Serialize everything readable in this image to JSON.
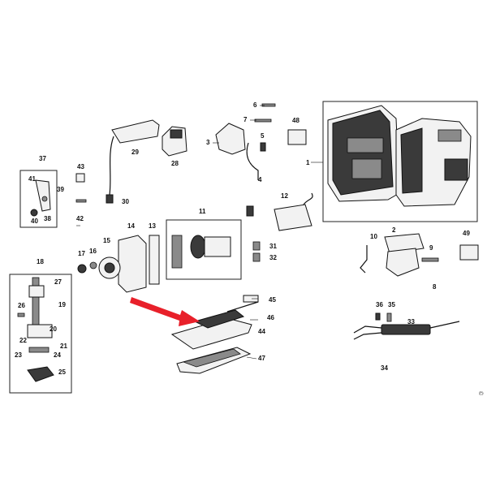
{
  "part_labels": {
    "p1": "1",
    "p2": "2",
    "p3": "3",
    "p4": "4",
    "p5": "5",
    "p6": "6",
    "p7": "7",
    "p8": "8",
    "p9": "9",
    "p10": "10",
    "p11": "11",
    "p12": "12",
    "p13": "13",
    "p14": "14",
    "p15": "15",
    "p16": "16",
    "p17": "17",
    "p18": "18",
    "p19": "19",
    "p20": "20",
    "p21": "21",
    "p22": "22",
    "p23": "23",
    "p24": "24",
    "p25": "25",
    "p26": "26",
    "p27": "27",
    "p28": "28",
    "p29": "29",
    "p30": "30",
    "p31": "31",
    "p32": "32",
    "p33": "33",
    "p34": "34",
    "p35": "35",
    "p36": "36",
    "p37": "37",
    "p38": "38",
    "p39": "39",
    "p40": "40",
    "p41": "41",
    "p42": "42",
    "p43": "43",
    "p44": "44",
    "p45": "45",
    "p46": "46",
    "p47": "47",
    "p48": "48",
    "p49": "49"
  },
  "highlight_arrow_color": "#e8202a",
  "corner_mark": "©"
}
